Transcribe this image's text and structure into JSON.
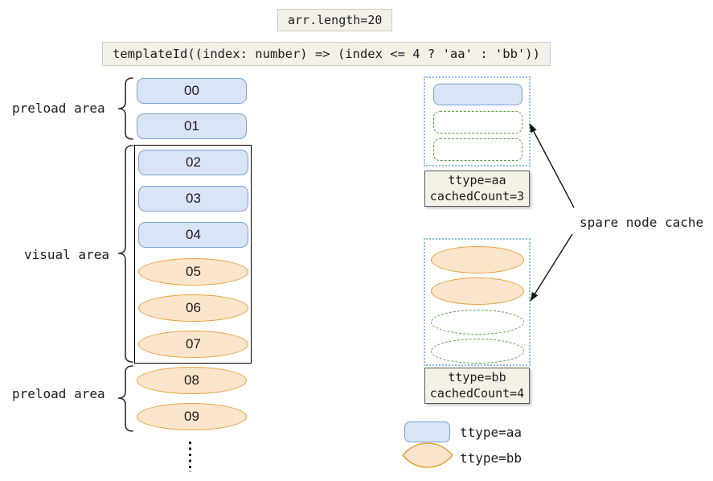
{
  "title_boxes": {
    "arr_length": "arr.length=20",
    "template_id": "templateId((index: number) => (index <= 4 ? 'aa' : 'bb'))"
  },
  "areas": {
    "preload_top": "preload area",
    "visual": "visual area",
    "preload_bottom": "preload area"
  },
  "list_items": [
    {
      "id": "00",
      "ttype": "aa"
    },
    {
      "id": "01",
      "ttype": "aa"
    },
    {
      "id": "02",
      "ttype": "aa"
    },
    {
      "id": "03",
      "ttype": "aa"
    },
    {
      "id": "04",
      "ttype": "aa"
    },
    {
      "id": "05",
      "ttype": "bb"
    },
    {
      "id": "06",
      "ttype": "bb"
    },
    {
      "id": "07",
      "ttype": "bb"
    },
    {
      "id": "08",
      "ttype": "bb"
    },
    {
      "id": "09",
      "ttype": "bb"
    }
  ],
  "cache_aa": {
    "line1": "ttype=aa",
    "line2": "cachedCount=3",
    "filled_nodes": 1,
    "empty_slots": 2
  },
  "cache_bb": {
    "line1": "ttype=bb",
    "line2": "cachedCount=4",
    "filled_nodes": 2,
    "empty_slots": 2
  },
  "annotation": {
    "spare_node_cache": "spare node cache"
  },
  "legend": {
    "aa_label": "ttype=aa",
    "bb_label": "ttype=bb"
  },
  "colors": {
    "aa_fill": "#d9e5f6",
    "aa_border": "#7ba2d4",
    "bb_fill": "#fce5cd",
    "bb_border": "#e9a13b",
    "cache_box_border": "#8bb9e8",
    "empty_slot_border": "#5f9c3f",
    "label_box_bg": "#f4f1e6",
    "code_box_bg": "#f4f1e8"
  }
}
